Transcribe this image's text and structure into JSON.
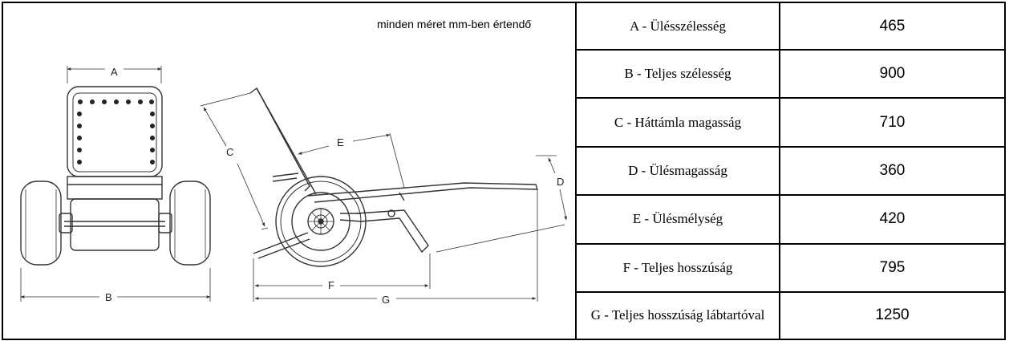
{
  "unit_note": "minden méret mm-ben értendő",
  "dimension_letters": {
    "A": "A",
    "B": "B",
    "C": "C",
    "D": "D",
    "E": "E",
    "F": "F",
    "G": "G"
  },
  "specs": [
    {
      "label": "A - Ülésszélesség",
      "value": "465"
    },
    {
      "label": "B - Teljes szélesség",
      "value": "900"
    },
    {
      "label": "C - Háttámla magasság",
      "value": "710"
    },
    {
      "label": "D - Ülésmagasság",
      "value": "360"
    },
    {
      "label": "E - Ülésmélység",
      "value": "420"
    },
    {
      "label": "F - Teljes hosszúság",
      "value": "795"
    },
    {
      "label": "G - Teljes hosszúság lábtartóval",
      "value": "1250"
    }
  ]
}
